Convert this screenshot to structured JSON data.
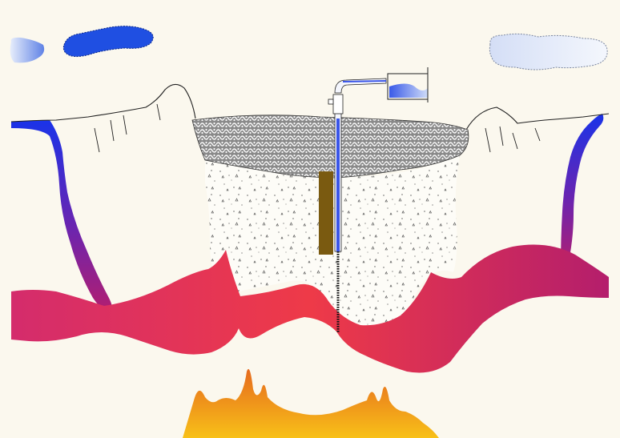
{
  "scene": {
    "background": "#fbf8ee",
    "labels": [],
    "elements": [
      "cloud-icon",
      "rain-cloud-icon",
      "mountain-outline",
      "caprock-layer",
      "aquifer-sand-layer",
      "groundwater-channel",
      "magma-chamber",
      "well-pipe",
      "well-casing",
      "pump-valve-icon",
      "water-tank-icon"
    ]
  },
  "colors": {
    "cloud_dark": "#1e4fe0",
    "cloud_light_start": "#7a9ae8",
    "cloud_light_end": "#e8eefb",
    "stream_top": "#1c2fe6",
    "stream_bottom": "#b41e6e",
    "channel_left": "#d42a6a",
    "channel_mid": "#ee3a4a",
    "channel_right": "#b81e6a",
    "magma_top": "#e8701e",
    "magma_bottom": "#f6b818",
    "caprock": "#6a6a6a",
    "casing": "#7a5a10",
    "pipe": "#3a55e8"
  }
}
